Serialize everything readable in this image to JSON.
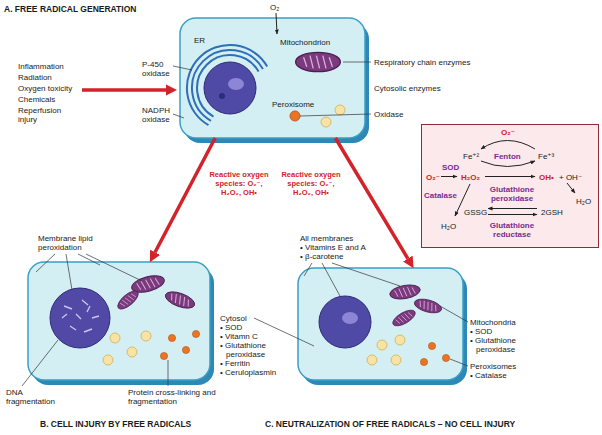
{
  "diagram": {
    "title": "A. FREE RADICAL GENERATION",
    "nodes": [
      {
        "text": [
          "ER",
          "Mitochondrion",
          "Peroxisome"
        ]
      },
      {
        "text": [
          "B. CELL INJURY BY FREE RADICALS"
        ]
      },
      {
        "text": [
          "C. NEUTRALIZATION OF FREE RADICALS – NO CELL INJURY"
        ]
      },
      {
        "text": [
          "O₂⁻",
          "Fe⁺²",
          "Fenton",
          "Fe⁺³",
          "SOD",
          "O₂⁻",
          "H₂O₂",
          "OH•",
          "+ OH⁻",
          "Glutathione peroxidase",
          "Catalase",
          "H₂O",
          "GSSG",
          "2GSH",
          "Glutathione reductase",
          "H₂O"
        ]
      }
    ],
    "edges": [
      {
        "from": 0,
        "to": 1,
        "arrow": "to",
        "label": "Reactive oxygen species: O₂⁻, H₂O₂, OH•"
      },
      {
        "from": 0,
        "to": 2,
        "arrow": "to",
        "label": "Reactive oxygen species: O₂⁻, H₂O₂, OH•"
      }
    ],
    "labels": [
      "Inflammation",
      "Radiation",
      "Oxygen toxicity",
      "Chemicals",
      "Reperfusion injury",
      "O₂",
      "P-450 oxidase",
      "NADPH oxidase",
      "Respiratory chain enzymes",
      "Cytosolic enzymes",
      "Oxidase",
      "Membrane lipid peroxidation",
      "DNA fragmentation",
      "Protein cross-linking and fragmentation",
      "All membranes",
      "• Vitamins E and A",
      "• β-carotene",
      "Cytosol",
      "• SOD",
      "• Vitamn C",
      "• Glutathione peroxidase",
      "• Ferritin",
      "• Ceruloplasmin",
      "Mitochondria",
      "• SOD",
      "• Glutathione peroxidase",
      "Peroxisomes",
      "• Catalase"
    ]
  }
}
